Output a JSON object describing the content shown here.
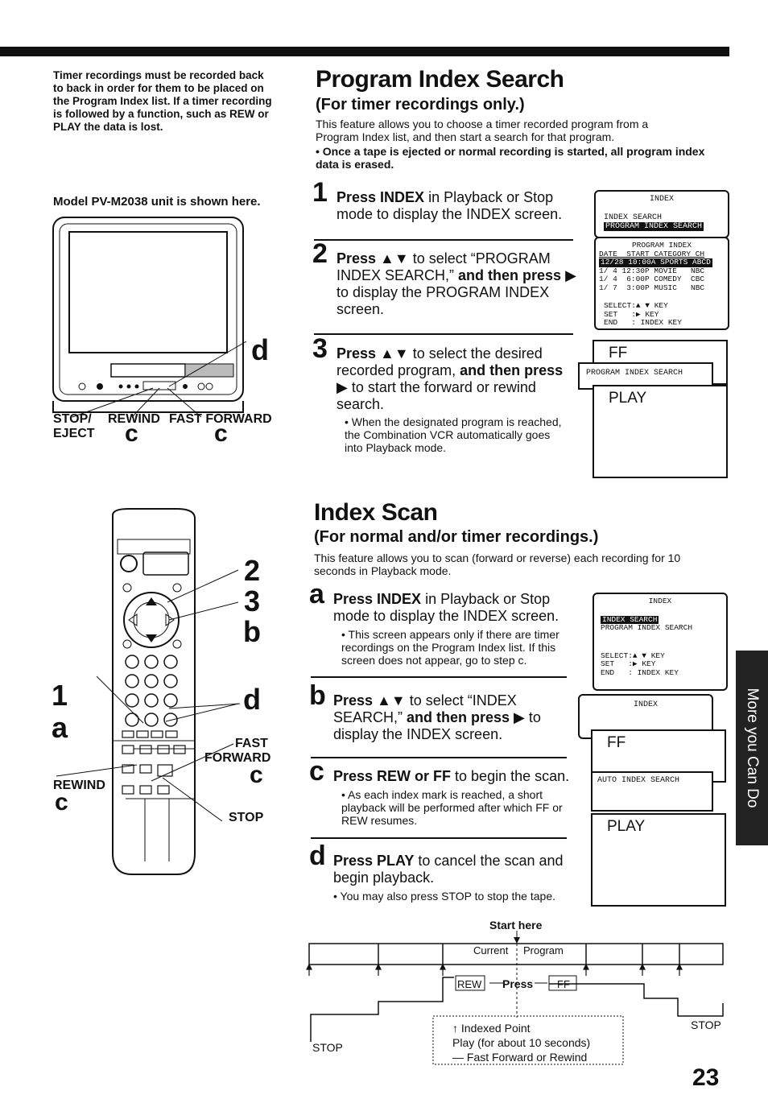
{
  "page_number": "23",
  "side_tab": "More you Can Do",
  "timer_note": "Timer recordings must be recorded back to back in order for them to be placed on the Program Index list. If a timer recording is followed by a function, such as REW or PLAY the data is lost.",
  "model_note": "Model PV-M2038 unit is shown here.",
  "tv_labels": {
    "stop_eject": [
      "STOP/",
      "EJECT"
    ],
    "rewind": "REWIND",
    "fast_forward": "FAST FORWARD",
    "c": "c",
    "d": "d"
  },
  "remote_labels": {
    "one": "1",
    "a": "a",
    "two": "2",
    "three": "3",
    "b": "b",
    "d": "d",
    "fast": "FAST",
    "forward": "FORWARD",
    "c_right": "c",
    "rewind": "REWIND",
    "c_left": "c",
    "stop": "STOP"
  },
  "program_index": {
    "title": "Program Index Search",
    "subtitle": "(For timer recordings only.)",
    "intro": "This feature allows you to choose a timer recorded program from a Program Index list, and then start a search for that program.",
    "warning": "• Once a tape is ejected or normal recording is started, all program index data is erased.",
    "steps": [
      {
        "num": "1",
        "b1": "Press INDEX",
        "t1": " in Playback or Stop mode to display the INDEX screen."
      },
      {
        "num": "2",
        "b1": "Press ▲▼",
        "t1": " to select “PROGRAM INDEX SEARCH,” ",
        "b2": "and then press",
        "t2": " ▶ to display the PROGRAM INDEX screen."
      },
      {
        "num": "3",
        "b1": "Press ▲▼",
        "t1": " to select the desired recorded program, ",
        "b2": "and then press ▶",
        "t2": " to start the forward or rewind search.",
        "bullet": "• When the designated program is reached, the Combination VCR automatically goes into Playback mode."
      }
    ],
    "screen1": {
      "title": "INDEX",
      "line1": "INDEX SEARCH",
      "line2": "PROGRAM INDEX SEARCH"
    },
    "screen2": {
      "title": "PROGRAM INDEX",
      "header": "DATE  START CATEGORY CH",
      "rows": [
        "12/28 10:00A SPORTS ABCD",
        "1/ 4 12:30P MOVIE   NBC",
        "1/ 4  6:00P COMEDY  CBC",
        "1/ 7  3:00P MUSIC   NBC"
      ],
      "help": [
        "SELECT:▲ ▼ KEY",
        "SET   :▶ KEY",
        "END   : INDEX KEY"
      ]
    },
    "screen3": {
      "ff": "FF",
      "label": "PROGRAM INDEX SEARCH",
      "play": "PLAY"
    }
  },
  "index_scan": {
    "title": "Index Scan",
    "subtitle": "(For normal and/or timer recordings.)",
    "intro": "This feature allows you to scan (forward or reverse) each recording for 10 seconds in Playback mode.",
    "steps": [
      {
        "num": "a",
        "b1": "Press INDEX",
        "t1": " in Playback or Stop mode to display the INDEX screen.",
        "bullet": "• This screen appears only if there are timer recordings on the Program Index list. If this screen does not appear, go to step c."
      },
      {
        "num": "b",
        "b1": "Press ▲▼",
        "t1": " to select “INDEX SEARCH,” ",
        "b2": "and then press",
        "t2": " ▶ to display the INDEX screen."
      },
      {
        "num": "c",
        "b1": "Press REW or FF",
        "t1": " to begin the scan.",
        "bullet": "• As each index mark is reached, a short playback will be performed after which FF or REW resumes."
      },
      {
        "num": "d",
        "b1": "Press PLAY",
        "t1": " to cancel the scan and begin playback.",
        "bullet": "• You may also press STOP to stop the tape."
      }
    ],
    "screen1": {
      "title": "INDEX",
      "line1": "INDEX SEARCH",
      "line2": "PROGRAM INDEX SEARCH",
      "help": [
        "SELECT:▲ ▼ KEY",
        "SET   :▶ KEY",
        "END   : INDEX KEY"
      ]
    },
    "screen2": {
      "title": "INDEX",
      "ff": "FF",
      "label": "AUTO INDEX SEARCH",
      "play": "PLAY"
    }
  },
  "diagram": {
    "start_here": "Start here",
    "current": "Current",
    "program": "Program",
    "rew": "REW",
    "press": "Press",
    "ff": "FF",
    "stop_left": "STOP",
    "stop_right": "STOP",
    "legend": [
      "↑ Indexed Point",
      "Play (for about 10 seconds)",
      "— Fast Forward or Rewind"
    ]
  }
}
